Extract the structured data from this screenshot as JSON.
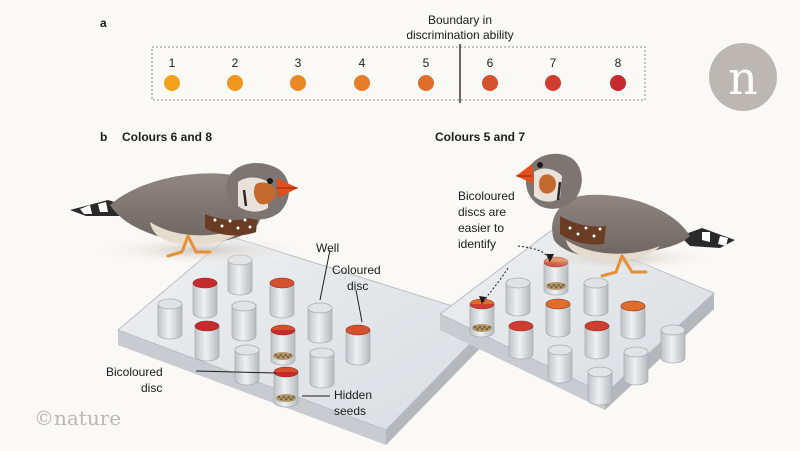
{
  "panel_a": {
    "letter": "a",
    "boundary_label_line1": "Boundary in",
    "boundary_label_line2": "discrimination ability",
    "swatches": [
      {
        "label": "1",
        "color": "#f2a31b"
      },
      {
        "label": "2",
        "color": "#ef961f"
      },
      {
        "label": "3",
        "color": "#eb8a25"
      },
      {
        "label": "4",
        "color": "#e57c28"
      },
      {
        "label": "5",
        "color": "#df6d2b"
      },
      {
        "label": "6",
        "color": "#d5502e"
      },
      {
        "label": "7",
        "color": "#cf3d30"
      },
      {
        "label": "8",
        "color": "#c62a2c"
      }
    ]
  },
  "panel_b": {
    "letter": "b",
    "left_title": "Colours 6 and 8",
    "right_title": "Colours 5 and 7",
    "labels": {
      "well": "Well",
      "coloured_disc_line1": "Coloured",
      "coloured_disc_line2": "disc",
      "bicoloured_disc_line1": "Bicoloured",
      "bicoloured_disc_line2": "disc",
      "hidden_seeds_line1": "Hidden",
      "hidden_seeds_line2": "seeds",
      "easier_line1": "Bicoloured",
      "easier_line2": "discs are",
      "easier_line3": "easier to",
      "easier_line4": "identify"
    }
  },
  "logo": {
    "letter": "n"
  },
  "credit": "©nature"
}
